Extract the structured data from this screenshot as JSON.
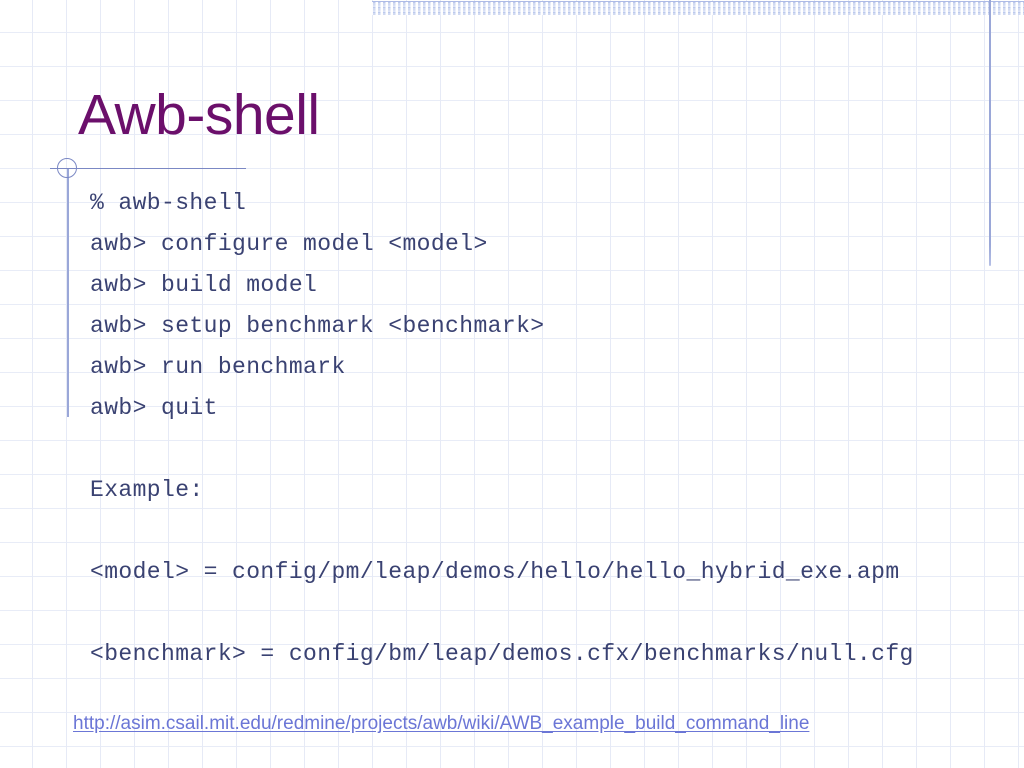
{
  "slide": {
    "title": "Awb-shell",
    "title_color": "#6b0f6b",
    "body_color": "#3a4272",
    "link_color": "#6b76d6",
    "accent_color": "#9aa7d8",
    "background_color": "#ffffff",
    "grid_color": "#e6eaf6"
  },
  "body_lines": [
    {
      "text": "% awb-shell"
    },
    {
      "text": "awb> configure model <model>"
    },
    {
      "text": "awb> build model"
    },
    {
      "text": "awb> setup benchmark <benchmark>"
    },
    {
      "text": "awb> run benchmark"
    },
    {
      "text": "awb> quit"
    },
    {
      "text": ""
    },
    {
      "text": "Example:"
    },
    {
      "text": ""
    },
    {
      "text": "<model> = config/pm/leap/demos/hello/hello_hybrid_exe.apm"
    },
    {
      "text": ""
    },
    {
      "text": "<benchmark> = config/bm/leap/demos.cfx/benchmarks/null.cfg"
    }
  ],
  "footer": {
    "link_text": "http://asim.csail.mit.edu/redmine/projects/awb/wiki/AWB_example_build_command_line"
  }
}
